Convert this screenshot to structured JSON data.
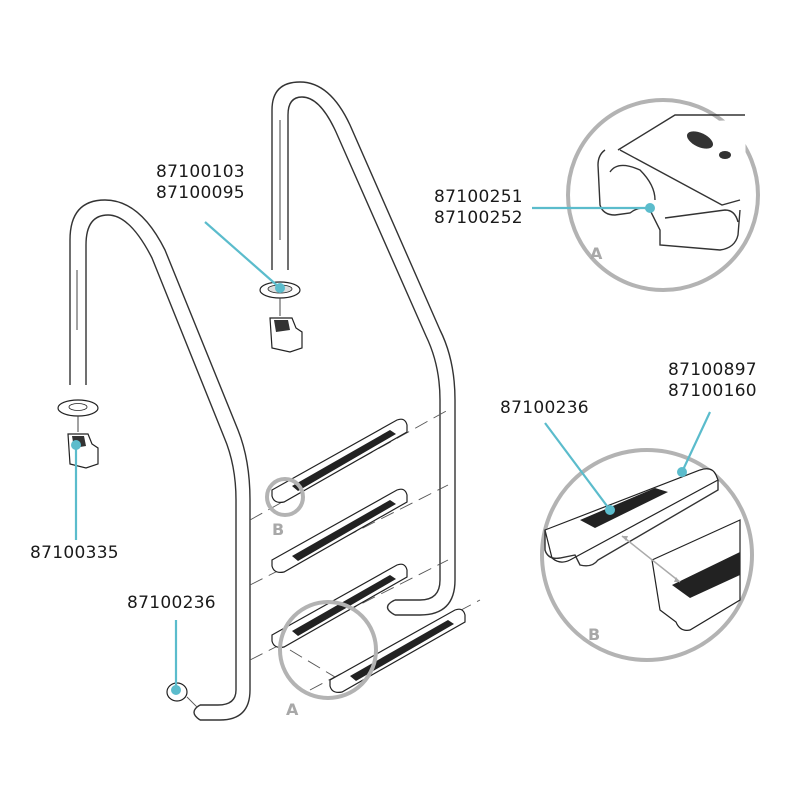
{
  "diagram": {
    "title": "Pool ladder exploded parts diagram",
    "accent_color": "#5bbccc",
    "detail_ring_color": "#b3b3b3",
    "callouts": [
      {
        "id": "escutcheon-right",
        "part_numbers": [
          "87100103",
          "87100095"
        ],
        "target": "escutcheon plate (right handrail)"
      },
      {
        "id": "step-end-detail-a",
        "part_numbers": [
          "87100251",
          "87100252"
        ],
        "target": "step end screw (detail A)"
      },
      {
        "id": "step-tread-inner",
        "part_numbers": [
          "87100236"
        ],
        "target": "step tread insert (detail B)"
      },
      {
        "id": "step-tread-outer",
        "part_numbers": [
          "87100897",
          "87100160"
        ],
        "target": "step tread anti-slip (detail B)"
      },
      {
        "id": "anchor-left",
        "part_numbers": [
          "87100335"
        ],
        "target": "anchor socket (left handrail)"
      },
      {
        "id": "tube-end-cap",
        "part_numbers": [
          "87100236"
        ],
        "target": "tube end cap"
      }
    ],
    "detail_markers": [
      {
        "letter": "A",
        "description": "zoom circle on lower step end"
      },
      {
        "letter": "B",
        "description": "zoom circle on top step end"
      }
    ],
    "detail_views": [
      {
        "letter": "A",
        "description": "close-up of step end with fixing screw"
      },
      {
        "letter": "B",
        "description": "close-up of step treads and spacing"
      }
    ]
  }
}
